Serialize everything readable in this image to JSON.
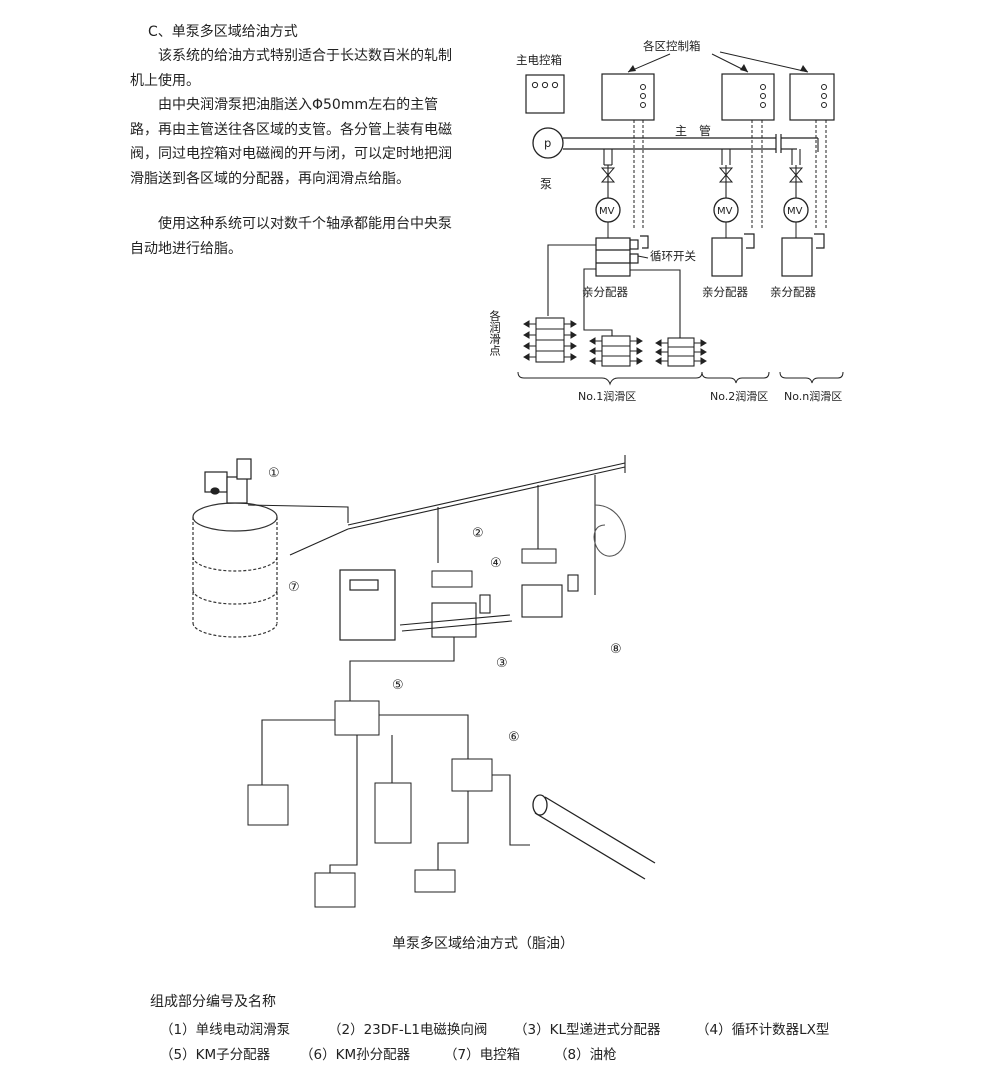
{
  "text": {
    "heading": "C、单泵多区域给油方式",
    "p1": "该系统的给油方式特别适合于长达数百米的轧制机上使用。",
    "p2": "由中央润滑泵把油脂送入Φ50mm左右的主管路，再由主管送往各区域的支管。各分管上装有电磁阀，同过电控箱对电磁阀的开与闭，可以定时地把润滑脂送到各区域的分配器，再向润滑点给脂。",
    "p3": "使用这种系统可以对数千个轴承都能用台中央泵自动地进行给脂。"
  },
  "schematic": {
    "main_box": "主电控箱",
    "zone_boxes": "各区控制箱",
    "main_pipe": "主　管",
    "pump_p": "p",
    "pump": "泵",
    "mv1": "MV",
    "mv2": "MV",
    "mv3": "MV",
    "cycle_switch": "循环开关",
    "dist1": "亲分配器",
    "dist2": "亲分配器",
    "dist3": "亲分配器",
    "points": "各润滑点",
    "zone1": "No.1润滑区",
    "zone2": "No.2润滑区",
    "zone3": "No.n润滑区"
  },
  "illustration": {
    "caption": "单泵多区域给油方式（脂油）",
    "markers": [
      "①",
      "②",
      "③",
      "④",
      "⑤",
      "⑥",
      "⑦",
      "⑧"
    ]
  },
  "components": {
    "title": "组成部分编号及名称",
    "items": [
      "（1）单线电动润滑泵",
      "（2）23DF-L1电磁换向阀",
      "（3）KL型递进式分配器",
      "（4）循环计数器LX型",
      "（5）KM子分配器",
      "（6）KM孙分配器",
      "（7）电控箱",
      "（8）油枪"
    ]
  }
}
